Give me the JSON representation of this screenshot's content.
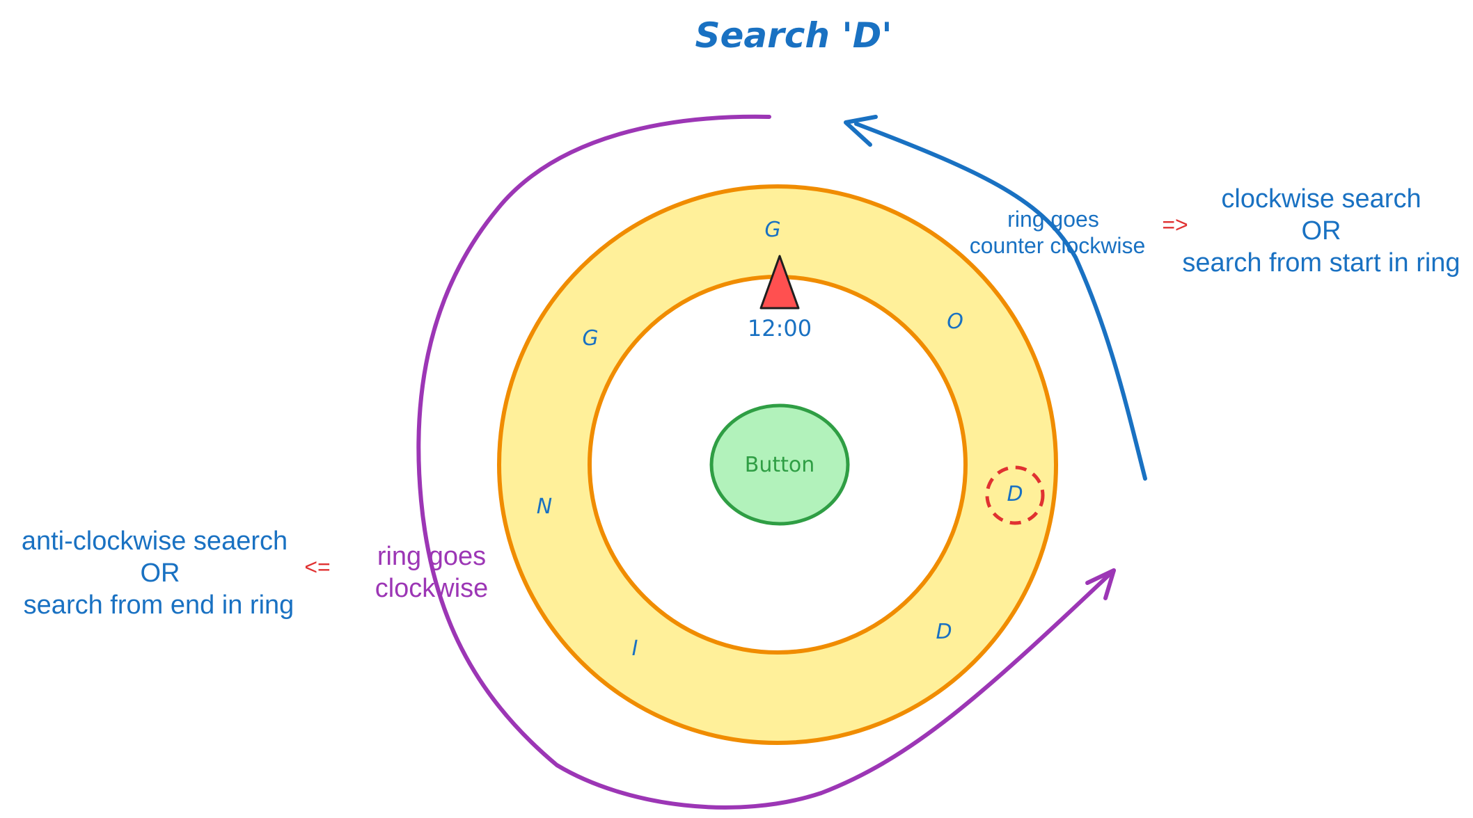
{
  "title": "Search 'D'",
  "ring_letters": [
    "G",
    "O",
    "D",
    "D",
    "I",
    "N",
    "G"
  ],
  "pointer_label": "12:00",
  "center_button": "Button",
  "right_side": {
    "ring_direction": [
      "ring goes",
      "counter clockwise"
    ],
    "arrow": "=>",
    "result": [
      "clockwise search",
      "OR",
      "search from start in ring"
    ]
  },
  "left_side": {
    "ring_direction": [
      "ring goes",
      "clockwise"
    ],
    "arrow": "<=",
    "result": [
      "anti-clockwise seaerch",
      "OR",
      "search from end in ring"
    ]
  },
  "colors": {
    "ring_fill": "#fff09a",
    "ring_stroke": "#f08c00",
    "button_fill": "#b2f2bb",
    "button_stroke": "#2f9e44",
    "pointer_fill": "#ff5050",
    "blue": "#1971c2",
    "purple": "#9c36b5",
    "red": "#e03131"
  }
}
